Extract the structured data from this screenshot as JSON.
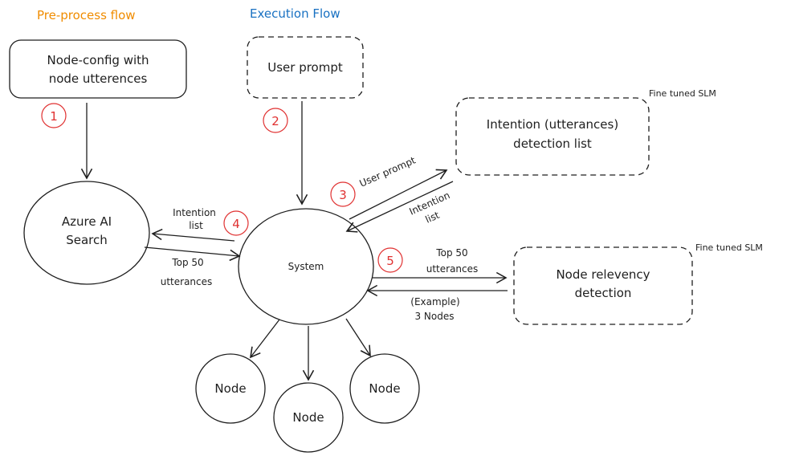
{
  "headers": {
    "preprocess": {
      "label": "Pre-process flow",
      "color": "#f08c00"
    },
    "execution": {
      "label": "Execution Flow",
      "color": "#1971c2"
    }
  },
  "nodes": {
    "node_config": {
      "line1": "Node-config with",
      "line2": "node utterences"
    },
    "user_prompt": {
      "label": "User prompt"
    },
    "intention_detection": {
      "line1": "Intention (utterances)",
      "line2": "detection list"
    },
    "azure_search": {
      "line1": "Azure AI",
      "line2": "Search"
    },
    "system": {
      "label": "System"
    },
    "node_relevancy": {
      "line1": "Node relevency",
      "line2": "detection"
    },
    "node_a": {
      "label": "Node"
    },
    "node_b": {
      "label": "Node"
    },
    "node_c": {
      "label": "Node"
    }
  },
  "tags": {
    "fine_tuned_1": "Fine tuned SLM",
    "fine_tuned_2": "Fine tuned SLM"
  },
  "steps": [
    "1",
    "2",
    "3",
    "4",
    "5"
  ],
  "edges": {
    "user_prompt_label": "User prompt",
    "intention_list": {
      "line1": "Intention",
      "line2": "list"
    },
    "intention_list_left": {
      "line1": "Intention",
      "line2": "list"
    },
    "top50_left": {
      "line1": "Top 50",
      "line2": "utterances"
    },
    "top50_right": {
      "line1": "Top 50",
      "line2": "utterances"
    },
    "example_nodes": {
      "line1": "(Example)",
      "line2": "3 Nodes"
    }
  }
}
